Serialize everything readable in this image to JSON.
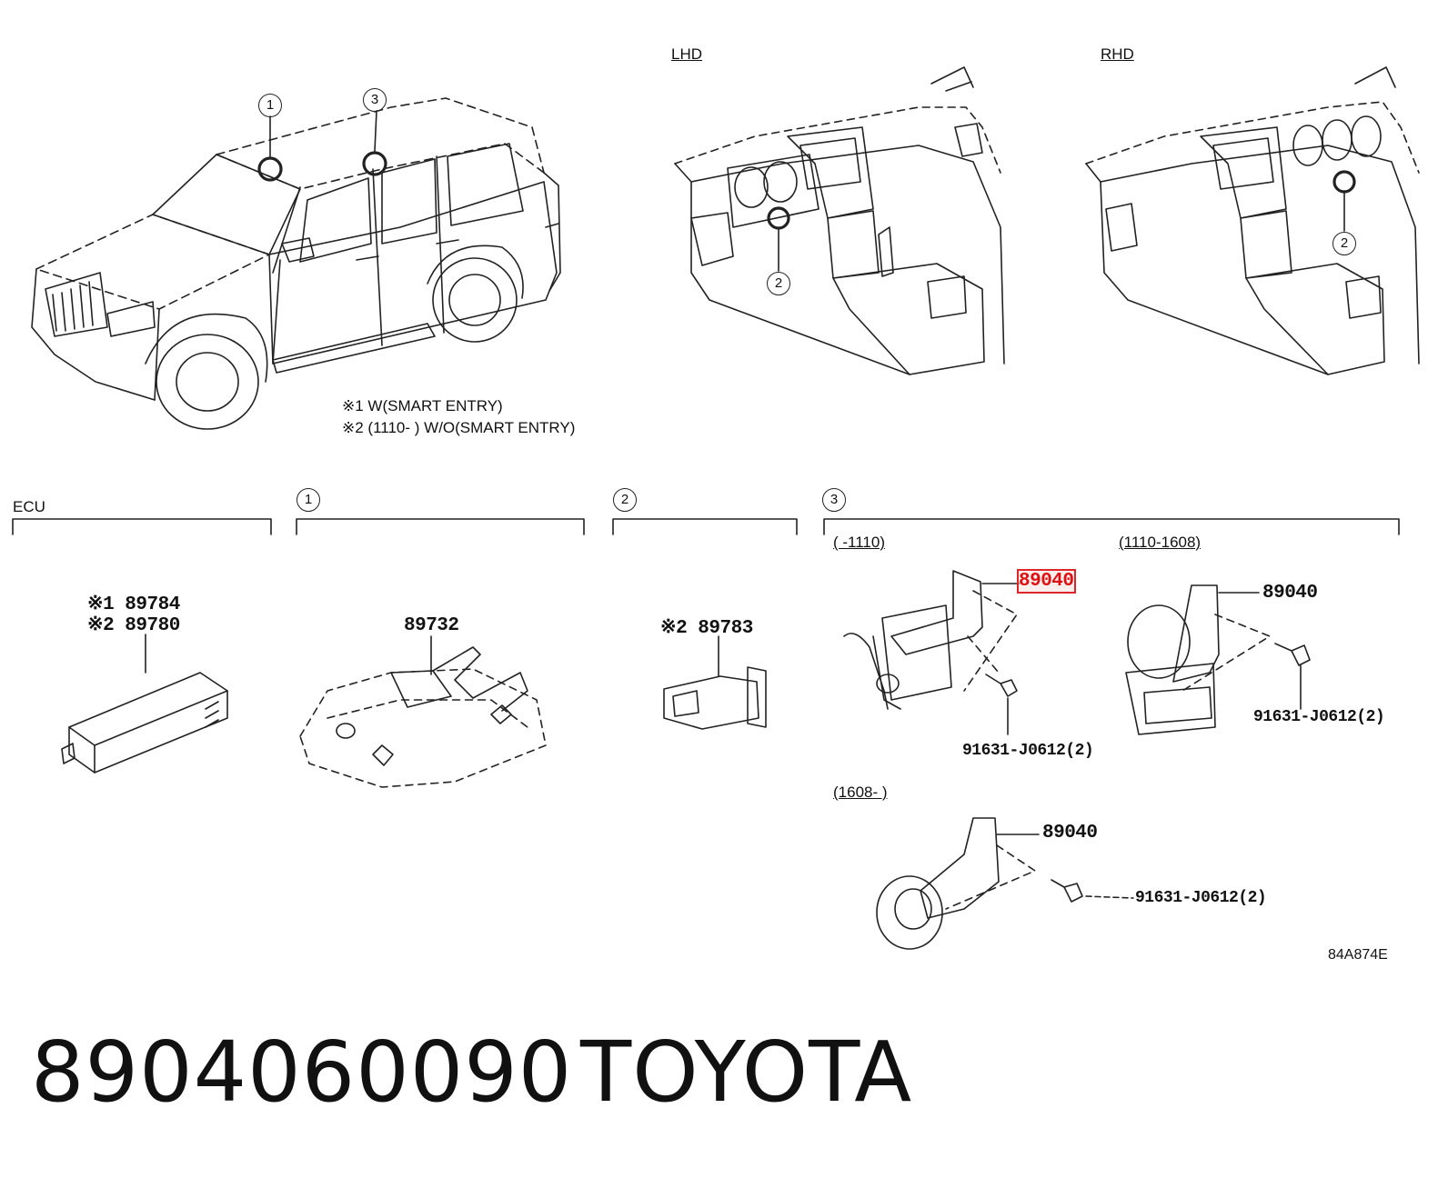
{
  "views": {
    "lhd": "LHD",
    "rhd": "RHD",
    "note1": "※1 W(SMART ENTRY)",
    "note2": "※2 (1110-      ) W/O(SMART ENTRY)"
  },
  "callouts": {
    "c1": "1",
    "c2": "2",
    "c3": "3"
  },
  "sections": {
    "ecu": {
      "header": "ECU",
      "line1": "※1 89784",
      "line2": "※2 89780"
    },
    "s1": {
      "marker": "1",
      "part": "89732"
    },
    "s2": {
      "marker": "2",
      "part": "※2 89783"
    },
    "s3": {
      "marker": "3",
      "range_a": "(      -1110)",
      "range_b": "(1110-1608)",
      "range_c": "(1608-      )",
      "part_a": "89040",
      "bolt_a": "91631-J0612(2)",
      "part_b": "89040",
      "bolt_b": "91631-J0612(2)",
      "part_c": "89040",
      "bolt_c": "91631-J0612(2)"
    }
  },
  "figure_code": "84A874E",
  "footer": {
    "part_number": "8904060090",
    "brand": "TOYOTA"
  },
  "colors": {
    "highlight": "#e0252a",
    "ink": "#111111"
  }
}
